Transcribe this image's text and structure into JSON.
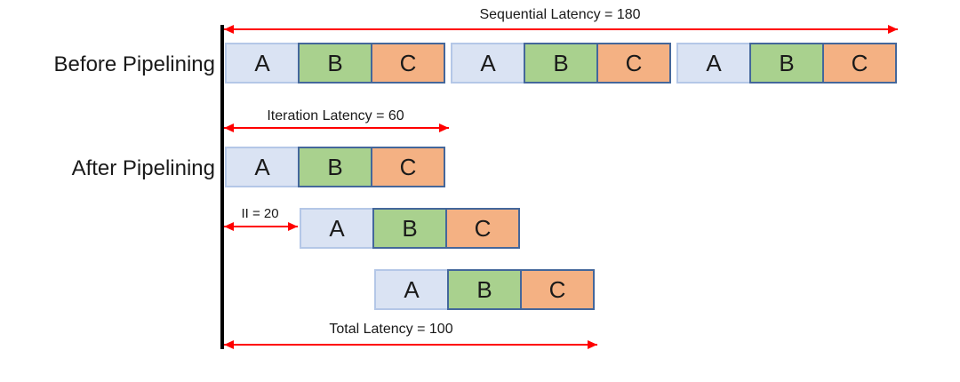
{
  "row_labels": {
    "before": "Before Pipelining",
    "after": "After Pipelining"
  },
  "annotations": {
    "sequential": "Sequential Latency = 180",
    "iteration": "Iteration Latency = 60",
    "ii": "II = 20",
    "total": "Total Latency = 100"
  },
  "metrics": {
    "sequential_latency": 180,
    "iteration_latency": 60,
    "initiation_interval": 20,
    "total_latency": 100,
    "stage_duration": 20,
    "stages_per_iteration": 3,
    "iterations": 3
  },
  "rows": {
    "before": {
      "iterations": [
        [
          "A",
          "B",
          "C"
        ],
        [
          "A",
          "B",
          "C"
        ],
        [
          "A",
          "B",
          "C"
        ]
      ]
    },
    "after": {
      "iterations": [
        [
          "A",
          "B",
          "C"
        ],
        [
          "A",
          "B",
          "C"
        ],
        [
          "A",
          "B",
          "C"
        ]
      ]
    }
  },
  "colors": {
    "stage-a-fill": "#dae3f3",
    "stage-a-border": "#b4c7e7",
    "stage-b-fill": "#a9d18e",
    "stage-c-fill": "#f4b183",
    "stage-bc-border": "#44679b",
    "arrow": "#ff0000",
    "timeline": "#000000"
  }
}
